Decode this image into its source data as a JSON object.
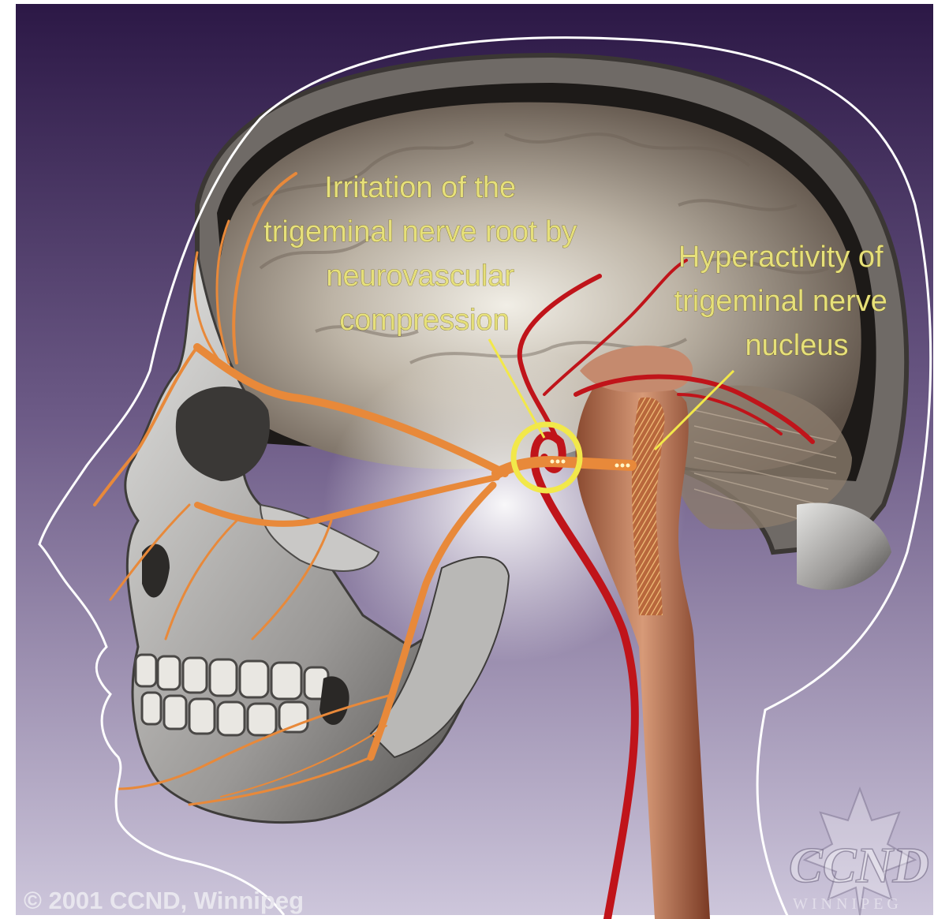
{
  "labels": {
    "compression": [
      "Irritation of the",
      "trigeminal nerve root by",
      "neurovascular",
      "compression"
    ],
    "hyperactivity": [
      "Hyperactivity of",
      "trigeminal nerve",
      "nucleus"
    ]
  },
  "copyright": "© 2001 CCND, Winnipeg",
  "watermark": {
    "letters": "CCND",
    "city": "WINNIPEG"
  },
  "colors": {
    "background_top": "#2e1a4a",
    "background_bottom": "#c9c2d8",
    "label_text": "#e6e07a",
    "nerve": "#e8893a",
    "artery": "#c0141a",
    "highlight_circle": "#f2e84a"
  }
}
